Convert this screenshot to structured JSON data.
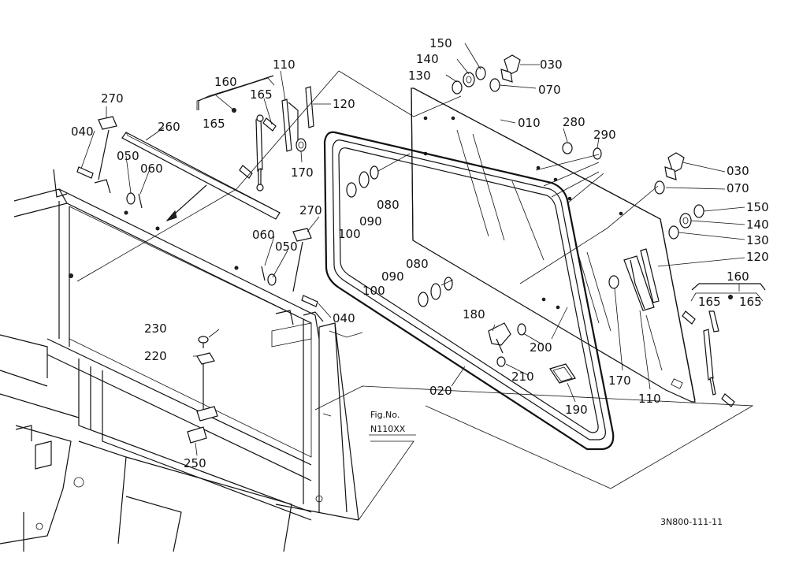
{
  "figure_ref": {
    "caption": "Fig.No.",
    "number": "N110XX"
  },
  "drawing_code": "3N800-111-11",
  "callouts": [
    {
      "id": "150a",
      "text": "150"
    },
    {
      "id": "140a",
      "text": "140"
    },
    {
      "id": "130a",
      "text": "130"
    },
    {
      "id": "030a",
      "text": "030"
    },
    {
      "id": "070a",
      "text": "070"
    },
    {
      "id": "110a",
      "text": "110"
    },
    {
      "id": "160a",
      "text": "160"
    },
    {
      "id": "165a",
      "text": "165"
    },
    {
      "id": "165b",
      "text": "165"
    },
    {
      "id": "120a",
      "text": "120"
    },
    {
      "id": "170a",
      "text": "170"
    },
    {
      "id": "270a",
      "text": "270"
    },
    {
      "id": "260a",
      "text": "260"
    },
    {
      "id": "040a",
      "text": "040"
    },
    {
      "id": "050a",
      "text": "050"
    },
    {
      "id": "060a",
      "text": "060"
    },
    {
      "id": "010a",
      "text": "010"
    },
    {
      "id": "280a",
      "text": "280"
    },
    {
      "id": "290a",
      "text": "290"
    },
    {
      "id": "080a",
      "text": "080"
    },
    {
      "id": "090a",
      "text": "090"
    },
    {
      "id": "100a",
      "text": "100"
    },
    {
      "id": "270b",
      "text": "270"
    },
    {
      "id": "060b",
      "text": "060"
    },
    {
      "id": "050b",
      "text": "050"
    },
    {
      "id": "040b",
      "text": "040"
    },
    {
      "id": "080b",
      "text": "080"
    },
    {
      "id": "090b",
      "text": "090"
    },
    {
      "id": "100b",
      "text": "100"
    },
    {
      "id": "030b",
      "text": "030"
    },
    {
      "id": "070b",
      "text": "070"
    },
    {
      "id": "150b",
      "text": "150"
    },
    {
      "id": "140b",
      "text": "140"
    },
    {
      "id": "130b",
      "text": "130"
    },
    {
      "id": "120b",
      "text": "120"
    },
    {
      "id": "160b",
      "text": "160"
    },
    {
      "id": "165c",
      "text": "165"
    },
    {
      "id": "165d",
      "text": "165"
    },
    {
      "id": "230a",
      "text": "230"
    },
    {
      "id": "220a",
      "text": "220"
    },
    {
      "id": "180a",
      "text": "180"
    },
    {
      "id": "200a",
      "text": "200"
    },
    {
      "id": "210a",
      "text": "210"
    },
    {
      "id": "020a",
      "text": "020"
    },
    {
      "id": "170b",
      "text": "170"
    },
    {
      "id": "110b",
      "text": "110"
    },
    {
      "id": "190a",
      "text": "190"
    },
    {
      "id": "250a",
      "text": "250"
    }
  ]
}
